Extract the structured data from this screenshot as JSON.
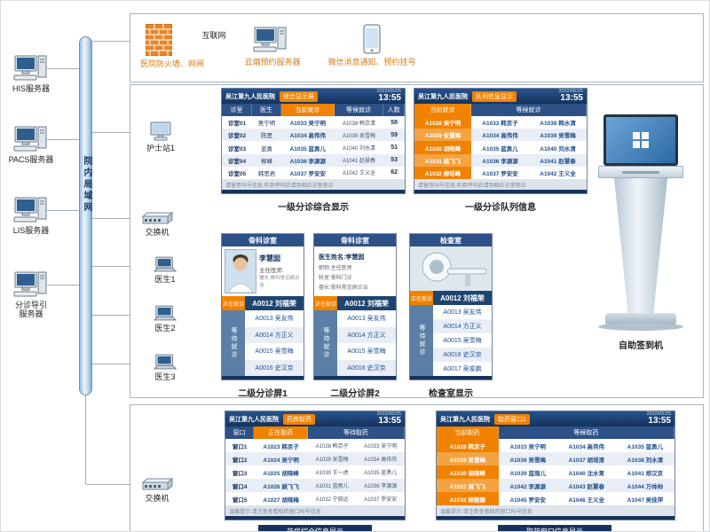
{
  "meta": {
    "hospital": "吴江第九人民医院",
    "date": "2022/05/25",
    "time": "13:55"
  },
  "topology": {
    "lan": "院内局域网",
    "servers": {
      "his": "HIS服务器",
      "pacs": "PACS服务器",
      "lis": "LIS服务器",
      "triage": "分诊导引服务器"
    },
    "top": {
      "firewall": "医院防火墙、网闸",
      "internet": "互联网",
      "cloud": "云端预约服务器",
      "wechat": "微信消息通知、预约挂号"
    },
    "devices": {
      "nurse": "护士站1",
      "switch1": "交换机",
      "doctor1": "医生1",
      "doctor2": "医生2",
      "doctor3": "医生3",
      "switch2": "交换机"
    }
  },
  "screen_a": {
    "badge": "综合显示屏",
    "caption": "一级分诊综合显示",
    "headers": {
      "room": "诊室",
      "doctor": "医生",
      "current": "当前就诊",
      "waiting": "等候就诊",
      "count": "人数"
    },
    "rows": [
      {
        "room": "诊室01",
        "doctor": "吴宁明",
        "current": "A1033 吴宁明",
        "waiting": "A1038 韩京清",
        "count": "58"
      },
      {
        "room": "诊室02",
        "doctor": "陈思",
        "current": "A1034 高伟伟",
        "waiting": "A1039 吴雪梅",
        "count": "59"
      },
      {
        "room": "诊室03",
        "doctor": "蓝勇",
        "current": "A1035 蓝勇儿",
        "waiting": "A1040 刘水清",
        "count": "51"
      },
      {
        "room": "诊室04",
        "doctor": "柳峰",
        "current": "A1036 李源源",
        "waiting": "A1041 赵慧春",
        "count": "53"
      },
      {
        "room": "诊室05",
        "doctor": "韩思君",
        "current": "A1037 罗安安",
        "waiting": "A1042 王义全",
        "count": "62"
      }
    ],
    "footer": "请留意叫号信息,听到呼叫后请到相应诊室就诊"
  },
  "screen_b": {
    "badge": "队列信息显示",
    "caption": "一级分诊队列信息",
    "headers": {
      "current": "当前就诊",
      "waiting": "等候就诊"
    },
    "rows": [
      {
        "current": "A1028 吴宁明",
        "wait1": "A1033 韩京子",
        "wait2": "A1038 韩水清"
      },
      {
        "current": "A1029 安慧梅",
        "wait1": "A1034 高伟伟",
        "wait2": "A1039 吴雪梅"
      },
      {
        "current": "A1030 胡晓峰",
        "wait1": "A1035 蓝勇儿",
        "wait2": "A1040 刘水清"
      },
      {
        "current": "A1031 姚飞飞",
        "wait1": "A1036 李源源",
        "wait2": "A1041 赵慧春"
      },
      {
        "current": "A1032 柳培峰",
        "wait1": "A1037 罗安安",
        "wait2": "A1042 王义全"
      }
    ],
    "footer": "请留意叫号信息,听到呼叫后请到相应诊室就诊"
  },
  "screen_c": {
    "caption": "二级分诊屏1",
    "room": "骨科诊室",
    "doctor": {
      "name": "李慧囡",
      "title": "主任医师",
      "desc": "擅长:骨科常见病诊治"
    },
    "current_label": "正在就诊",
    "current": "A0012 刘福荣",
    "waiting_label": "等待就诊",
    "waiting": [
      "A0013 吴友伟",
      "A0014 方正义",
      "A0015 吴雪梅",
      "A0016 史汉京"
    ]
  },
  "screen_d": {
    "caption": "二级分诊屏2",
    "room": "骨科诊室",
    "info_lines": [
      "医生姓名:李慧囡",
      "职称:主任医师",
      "科室:骨科门诊",
      "擅长:骨科常见病诊治"
    ],
    "current_label": "正在就诊",
    "current": "A0012 刘福荣",
    "waiting_label": "等待就诊",
    "waiting": [
      "A0013 吴友伟",
      "A0014 方正义",
      "A0015 吴雪梅",
      "A0016 史汉京"
    ]
  },
  "screen_e": {
    "caption": "检查室显示",
    "room": "检查室",
    "current_label": "正在就诊",
    "current": "A0012 刘福荣",
    "waiting_label": "等待就诊",
    "waiting": [
      "A0013 吴友伟",
      "A0014 方正义",
      "A0015 吴雪梅",
      "A0016 史汉京",
      "A0017 吴俊鹏"
    ]
  },
  "kiosk": {
    "caption": "自助签到机"
  },
  "screen_f": {
    "badge": "药房取药",
    "caption": "药房综合信息显示",
    "headers": {
      "window": "窗口",
      "current": "正在取药",
      "waiting": "等待取药"
    },
    "rows": [
      {
        "window": "窗口1",
        "current": "A1023 韩京子",
        "wait1": "A1028 韩京子",
        "wait2": "A1033 吴宁明"
      },
      {
        "window": "窗口2",
        "current": "A1024 吴宁明",
        "wait1": "A1029 吴雪梅",
        "wait2": "A1034 高伟伟"
      },
      {
        "window": "窗口3",
        "current": "A1025 胡晓峰",
        "wait1": "A1030 王一虎",
        "wait2": "A1035 蓝勇儿"
      },
      {
        "window": "窗口4",
        "current": "A1026 姚飞飞",
        "wait1": "A1031 蓝雨儿",
        "wait2": "A1036 李源源"
      },
      {
        "window": "窗口5",
        "current": "A1027 胡晓梅",
        "wait1": "A1032 宁晓远",
        "wait2": "A1037 罗安安"
      }
    ],
    "footer": "温馨提示:请注意查看取药窗口叫号信息"
  },
  "screen_g": {
    "badge": "取药窗口1",
    "caption": "取药窗口信息显示",
    "headers": {
      "current": "当前取药",
      "waiting": "等候取药"
    },
    "rows": [
      {
        "current": "A1028 韩京子",
        "wait1": "A1033 吴宁明",
        "wait2": "A1034 高伟伟",
        "wait3": "A1035 蓝勇儿"
      },
      {
        "current": "A1029 吴雪梅",
        "wait1": "A1036 吴雪梅",
        "wait2": "A1037 胡培清",
        "wait3": "A1038 刘水清"
      },
      {
        "current": "A1030 胡晓峰",
        "wait1": "A1039 蓝雨儿",
        "wait2": "A1040 沈水青",
        "wait3": "A1041 郑汉京"
      },
      {
        "current": "A1031 姚飞飞",
        "wait1": "A1042 李源源",
        "wait2": "A1043 赵慧春",
        "wait3": "A1044 万帅帅"
      },
      {
        "current": "A1032 柳丽娜",
        "wait1": "A1045 罗安安",
        "wait2": "A1046 王义全",
        "wait3": "A1047 吴佳萍"
      }
    ],
    "footer": "温馨提示:请注意查看取药窗口叫号信息"
  }
}
